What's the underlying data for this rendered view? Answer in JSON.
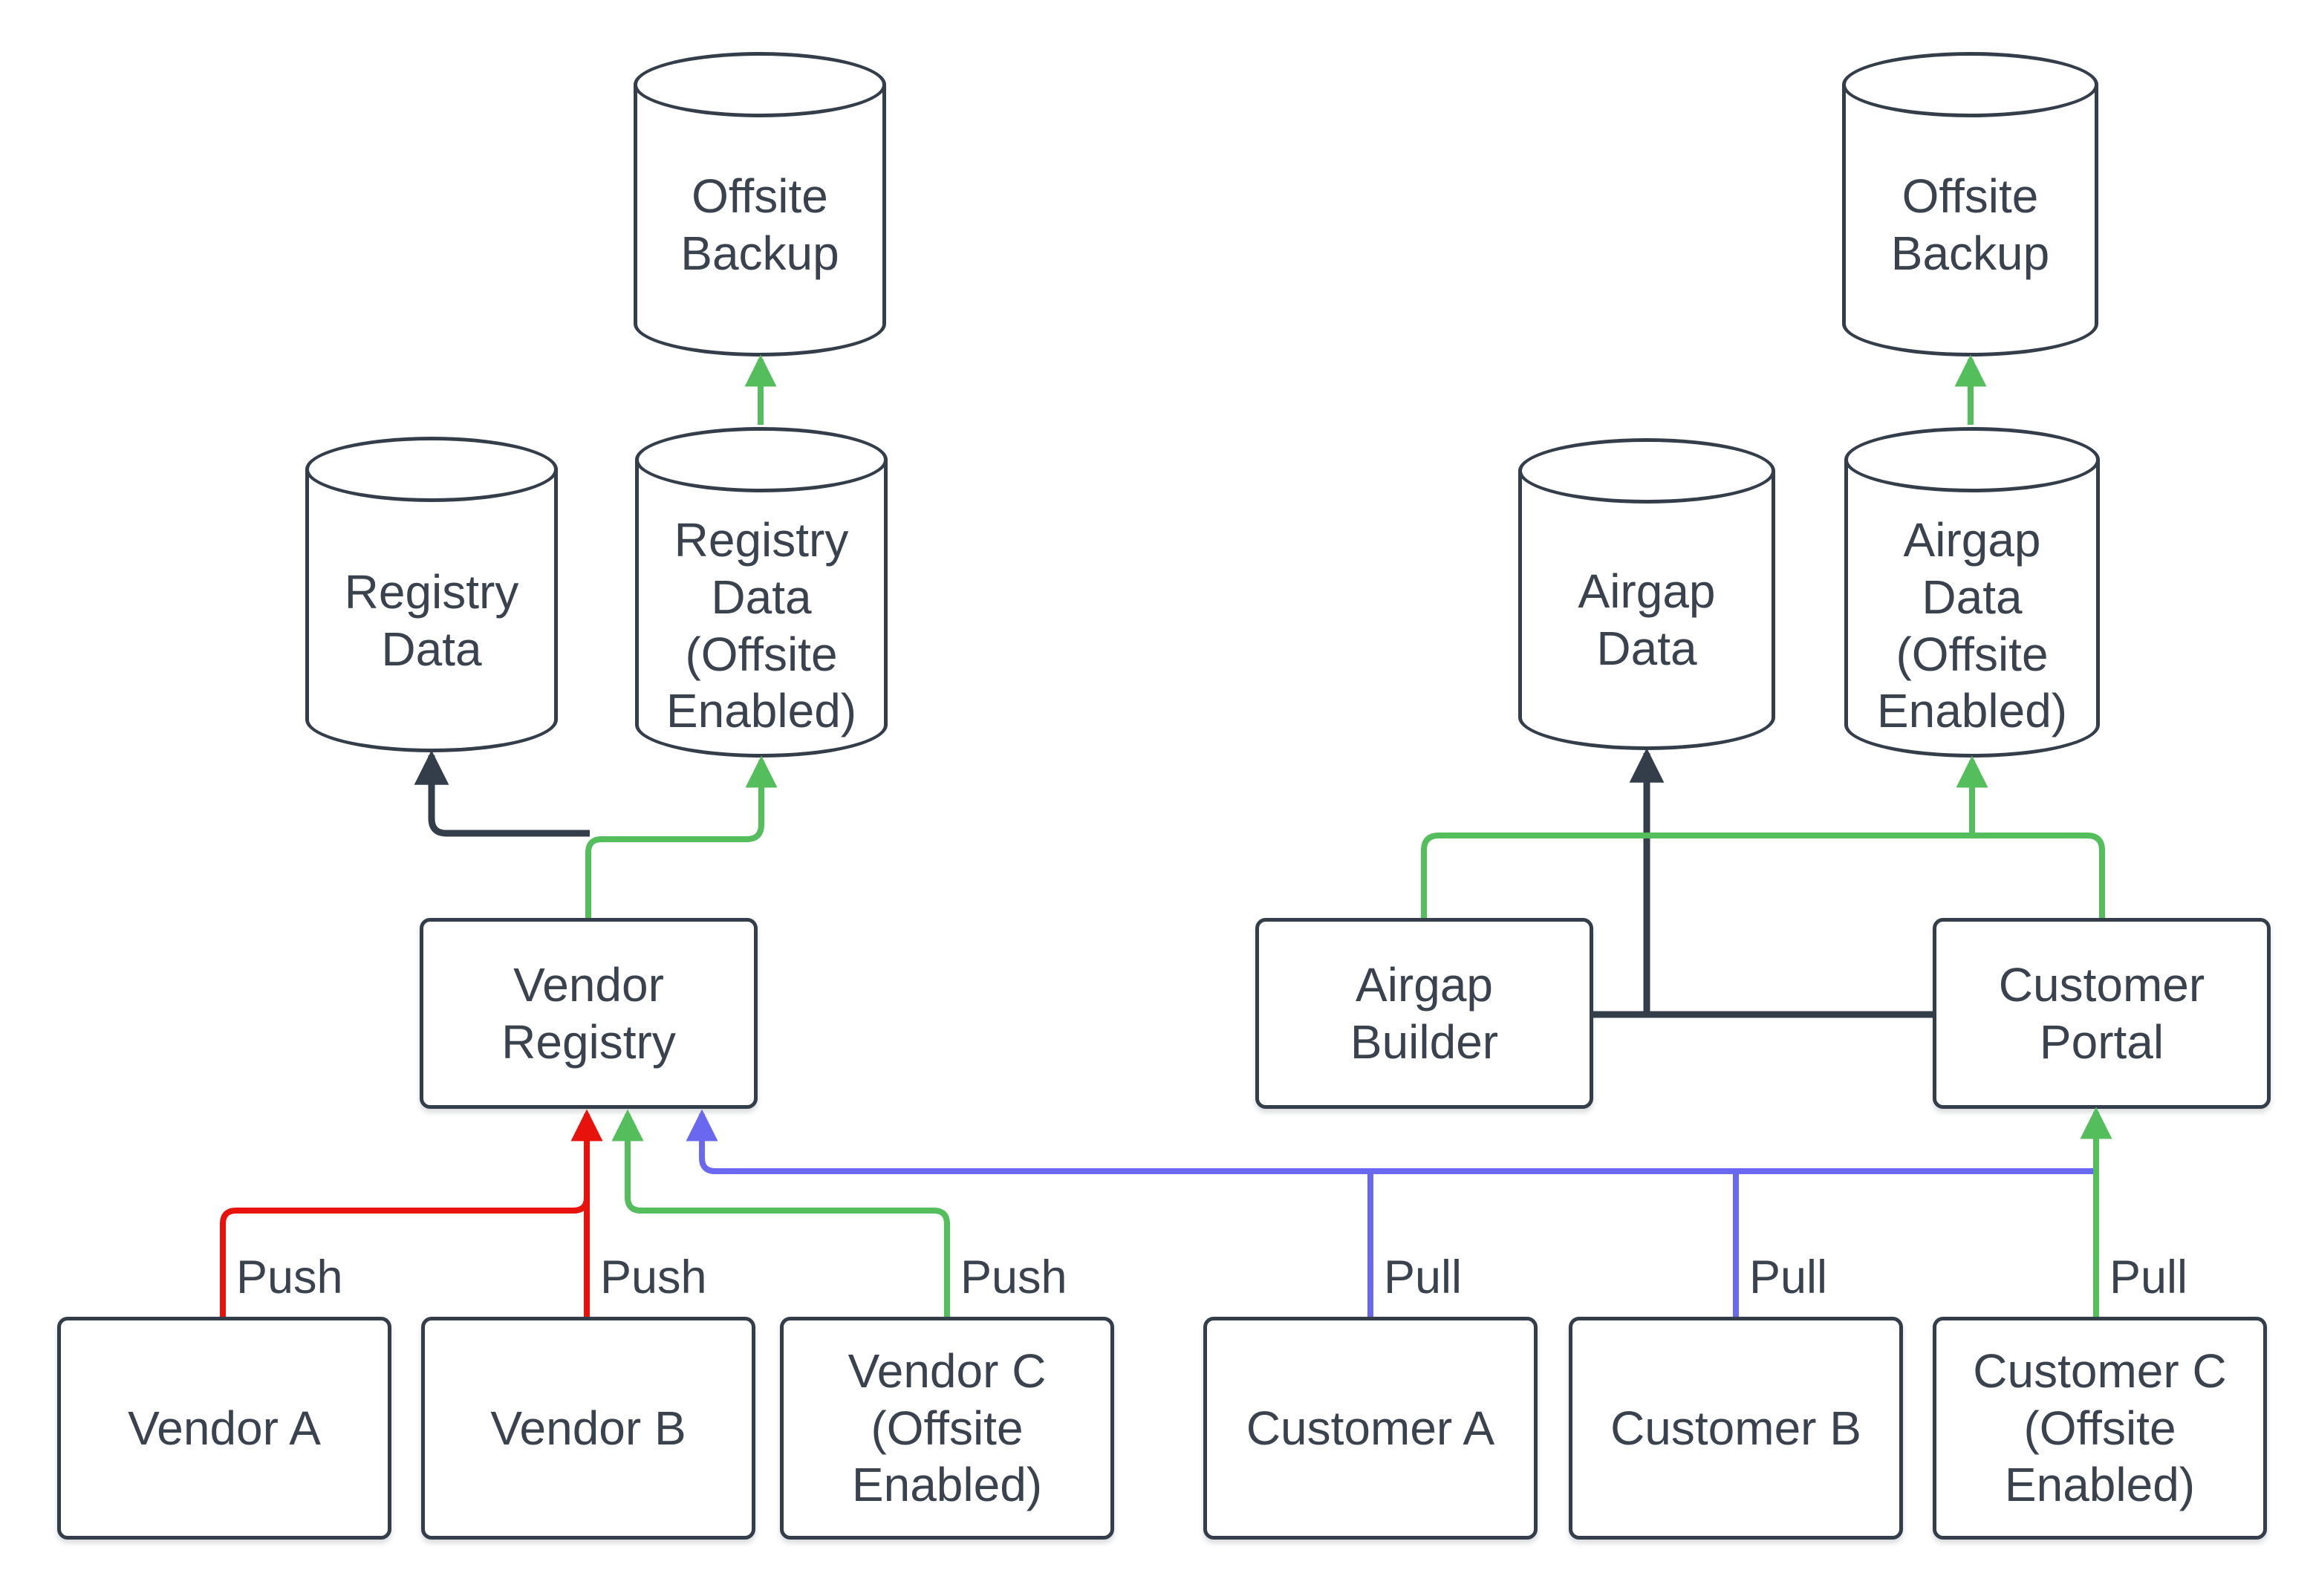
{
  "colors": {
    "stroke": "#343E4A",
    "text": "#3A424E",
    "red": "#E8120C",
    "green": "#55BE5C",
    "blue": "#6A68EE",
    "background": "#FFFFFF"
  },
  "cylinders": [
    {
      "id": "offsite-backup-left",
      "label": "Offsite Backup"
    },
    {
      "id": "registry-data",
      "label": "Registry Data"
    },
    {
      "id": "registry-data-offsite",
      "label": "Registry Data (Offsite Enabled)"
    },
    {
      "id": "airgap-data",
      "label": "Airgap Data"
    },
    {
      "id": "airgap-data-offsite",
      "label": "Airgap Data (Offsite Enabled)"
    },
    {
      "id": "offsite-backup-right",
      "label": "Offsite Backup"
    }
  ],
  "processes": [
    {
      "id": "vendor-registry",
      "label": "Vendor Registry"
    },
    {
      "id": "airgap-builder",
      "label": "Airgap Builder"
    },
    {
      "id": "customer-portal",
      "label": "Customer Portal"
    }
  ],
  "actors": [
    {
      "id": "vendor-a",
      "label": "Vendor A"
    },
    {
      "id": "vendor-b",
      "label": "Vendor B"
    },
    {
      "id": "vendor-c",
      "label": "Vendor C (Offsite Enabled)"
    },
    {
      "id": "customer-a",
      "label": "Customer A"
    },
    {
      "id": "customer-b",
      "label": "Customer B"
    },
    {
      "id": "customer-c",
      "label": "Customer C (Offsite Enabled)"
    }
  ],
  "edges": {
    "push_labels": [
      "Push",
      "Push",
      "Push"
    ],
    "pull_labels": [
      "Pull",
      "Pull",
      "Pull"
    ]
  },
  "connections": [
    {
      "from": "Vendor A",
      "to": "Vendor Registry",
      "color": "red",
      "label": "Push"
    },
    {
      "from": "Vendor B",
      "to": "Vendor Registry",
      "color": "red",
      "label": "Push"
    },
    {
      "from": "Vendor C (Offsite Enabled)",
      "to": "Vendor Registry",
      "color": "green",
      "label": "Push"
    },
    {
      "from": "Customer A",
      "to": "Vendor Registry",
      "color": "blue",
      "label": "Pull"
    },
    {
      "from": "Customer B",
      "to": "Vendor Registry",
      "color": "blue",
      "label": "Pull"
    },
    {
      "from": "Customer C (Offsite Enabled)",
      "to": "Customer Portal",
      "color": "green",
      "label": "Pull"
    },
    {
      "from": "Vendor Registry",
      "to": "Registry Data",
      "color": "dark"
    },
    {
      "from": "Vendor Registry",
      "to": "Registry Data (Offsite Enabled)",
      "color": "green"
    },
    {
      "from": "Registry Data (Offsite Enabled)",
      "to": "Offsite Backup",
      "color": "green"
    },
    {
      "from": "Airgap Builder",
      "to": "Airgap Data",
      "color": "dark"
    },
    {
      "from": "Customer Portal",
      "to": "Airgap Data",
      "color": "dark"
    },
    {
      "from": "Airgap Builder",
      "to": "Airgap Data (Offsite Enabled)",
      "color": "green"
    },
    {
      "from": "Customer Portal",
      "to": "Airgap Data (Offsite Enabled)",
      "color": "green"
    },
    {
      "from": "Airgap Data (Offsite Enabled)",
      "to": "Offsite Backup",
      "color": "green"
    }
  ]
}
